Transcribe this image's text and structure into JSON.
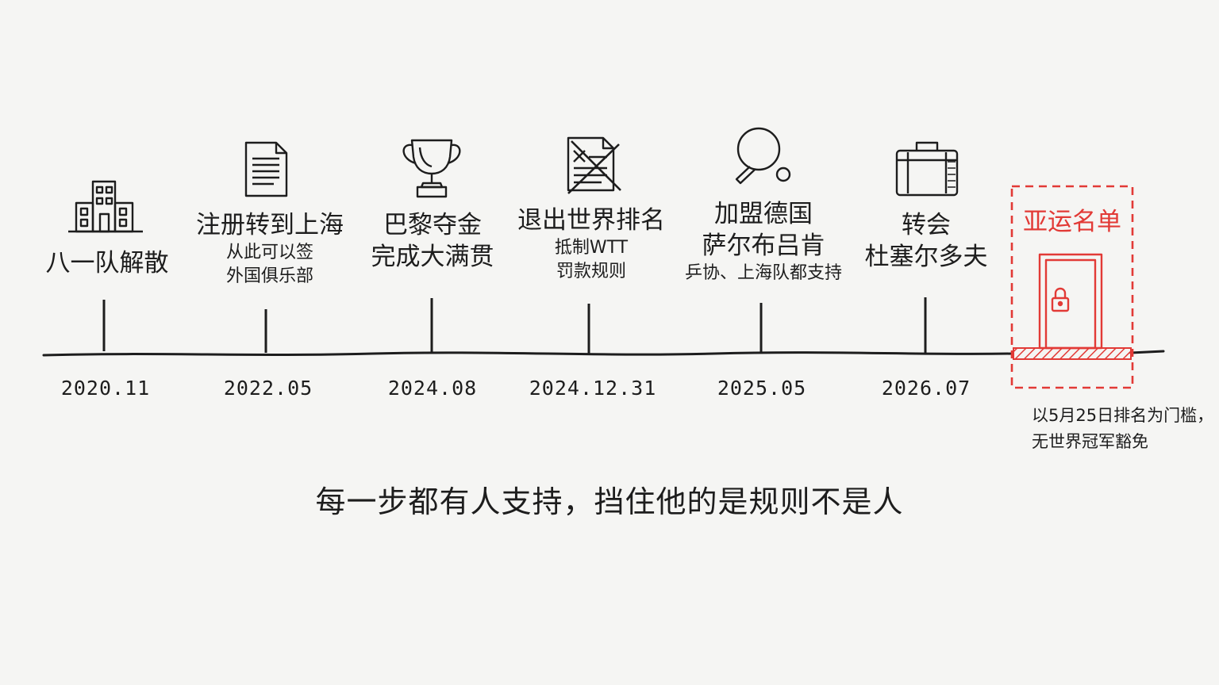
{
  "events": [
    {
      "id": "bayi",
      "date": "2020.11",
      "title": "八一队解散",
      "icon": "building-icon"
    },
    {
      "id": "reg",
      "date": "2022.05",
      "title": "注册转到上海",
      "subtitle": [
        "从此可以签",
        "外国俱乐部"
      ],
      "icon": "document-icon"
    },
    {
      "id": "paris",
      "date": "2024.08",
      "title": "巴黎夺金",
      "subtitle": [
        "完成大满贯"
      ],
      "icon": "trophy-icon"
    },
    {
      "id": "quit",
      "date": "2024.12.31",
      "title": "退出世界排名",
      "subtitle": [
        "抵制WTT",
        "罚款规则"
      ],
      "icon": "crossed-document-icon"
    },
    {
      "id": "germany",
      "date": "2025.05",
      "title": "加盟德国",
      "subtitle": [
        "萨尔布吕肯",
        "乒协、上海队都支持"
      ],
      "icon": "paddle-icon"
    },
    {
      "id": "transfer",
      "date": "2026.07",
      "title": "转会",
      "subtitle": [
        "杜塞尔多夫"
      ],
      "icon": "suitcase-icon"
    }
  ],
  "asian_games": {
    "title": "亚运名单",
    "icon": "locked-door-icon",
    "note": [
      "以5月25日排名为门槛，",
      "无世界冠军豁免"
    ]
  },
  "slogan": "每一步都有人支持，挡住他的是规则不是人",
  "colors": {
    "ink": "#1d1d1d",
    "accent": "#e23a36",
    "background": "#f5f5f3"
  }
}
